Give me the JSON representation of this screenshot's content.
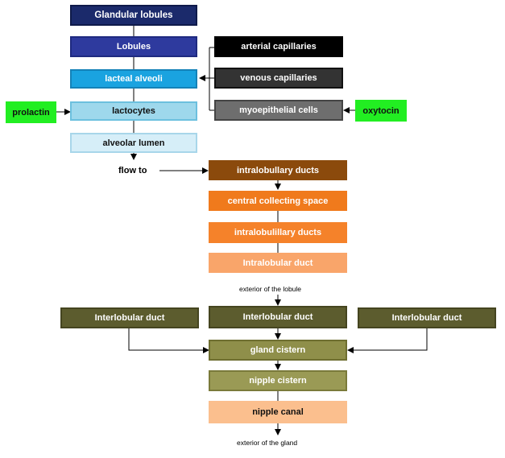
{
  "boxes": {
    "glandular_lobules": "Glandular lobules",
    "lobules": "Lobules",
    "lacteal_alveoli": "lacteal alveoli",
    "lactocytes": "lactocytes",
    "alveolar_lumen": "alveolar lumen",
    "arterial_capillaries": "arterial capillaries",
    "venous_capillaries": "venous capillaries",
    "myoepithelial_cells": "myoepithelial cells",
    "prolactin": "prolactin",
    "oxytocin": "oxytocin",
    "intralobullary_ducts": "intralobullary ducts",
    "central_collecting_space": "central collecting space",
    "intralobulillary_ducts": "intralobulillary ducts",
    "intralobular_duct": "Intralobular duct",
    "interlobular_duct_left": "Interlobular duct",
    "interlobular_duct_center": "Interlobular duct",
    "interlobular_duct_right": "Interlobular duct",
    "gland_cistern": "gland cistern",
    "nipple_cistern": "nipple cistern",
    "nipple_canal": "nipple canal"
  },
  "labels": {
    "flow_to": "flow to",
    "exterior_lobule": "exterior of the lobule",
    "exterior_gland": "exterior of the gland"
  },
  "colors": {
    "glandular_lobules": "#1b2a6b",
    "lobules": "#2e3a9e",
    "lacteal_alveoli": "#1aa3e0",
    "lactocytes": "#9ed8ec",
    "alveolar_lumen": "#d6eef8",
    "arterial_capillaries": "#000000",
    "venous_capillaries": "#333333",
    "myoepithelial_cells": "#6e6e6e",
    "hormone": "#22ee22",
    "intralobullary_ducts": "#8b4a0c",
    "central_collecting_space": "#f07a1c",
    "intralobulillary_ducts": "#f5822a",
    "intralobular_duct": "#f9a56a",
    "interlobular_duct": "#5c5c2e",
    "gland_cistern": "#8f8f4a",
    "nipple_cistern": "#9a9a55",
    "nipple_canal": "#fbbf8e"
  }
}
